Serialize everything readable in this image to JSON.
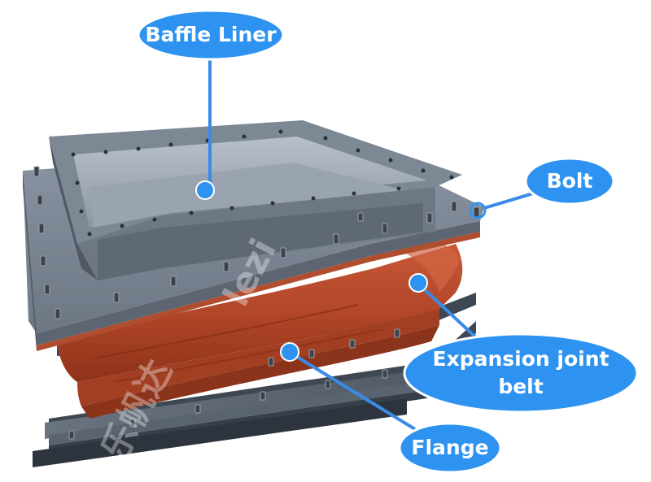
{
  "colors": {
    "callout": "#2e93f0",
    "callout_border": "#ffffff",
    "leader": "#3a8be8",
    "steel": "#7b8593",
    "steel_dark": "#4e5763",
    "belt": "#b84a2c",
    "belt_dark": "#8a3119"
  },
  "labels": {
    "baffle_liner": "Baffle Liner",
    "bolt": "Bolt",
    "expansion_line1": "Expansion joint",
    "expansion_line2": "belt",
    "flange": "Flange"
  },
  "watermark": {
    "chinese": "乐帆达",
    "latin": "lezi"
  }
}
